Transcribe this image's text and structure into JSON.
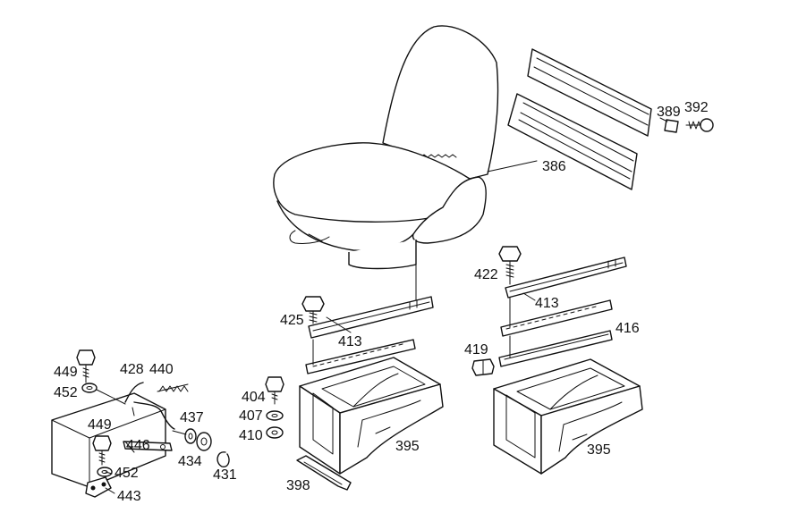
{
  "diagram": {
    "callouts": [
      {
        "id": "c386",
        "text": "386"
      },
      {
        "id": "c389",
        "text": "389"
      },
      {
        "id": "c392",
        "text": "392"
      },
      {
        "id": "c422",
        "text": "422"
      },
      {
        "id": "c413a",
        "text": "413"
      },
      {
        "id": "c413b",
        "text": "413"
      },
      {
        "id": "c416",
        "text": "416"
      },
      {
        "id": "c419",
        "text": "419"
      },
      {
        "id": "c425",
        "text": "425"
      },
      {
        "id": "c395a",
        "text": "395"
      },
      {
        "id": "c395b",
        "text": "395"
      },
      {
        "id": "c404",
        "text": "404"
      },
      {
        "id": "c407",
        "text": "407"
      },
      {
        "id": "c410",
        "text": "410"
      },
      {
        "id": "c398",
        "text": "398"
      },
      {
        "id": "c428",
        "text": "428"
      },
      {
        "id": "c440",
        "text": "440"
      },
      {
        "id": "c449a",
        "text": "449"
      },
      {
        "id": "c452a",
        "text": "452"
      },
      {
        "id": "c437",
        "text": "437"
      },
      {
        "id": "c449b",
        "text": "449"
      },
      {
        "id": "c446",
        "text": "446"
      },
      {
        "id": "c434",
        "text": "434"
      },
      {
        "id": "c431",
        "text": "431"
      },
      {
        "id": "c452b",
        "text": "452"
      },
      {
        "id": "c443",
        "text": "443"
      }
    ]
  }
}
